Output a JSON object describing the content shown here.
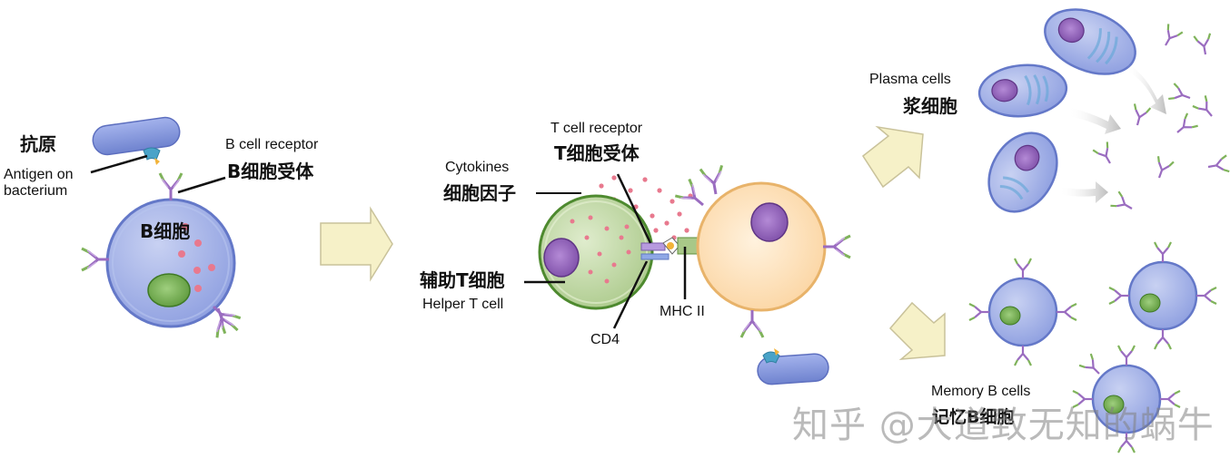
{
  "labels": {
    "antigen_zh": "抗原",
    "antigen_en": "Antigen on\nbacterium",
    "bcr_en": "B cell receptor",
    "bcr_zh": "B细胞受体",
    "bcell_zh": "B细胞",
    "tcr_en": "T cell receptor",
    "tcr_zh": "T细胞受体",
    "cytokines_en": "Cytokines",
    "cytokines_zh": "细胞因子",
    "helper_zh": "辅助T细胞",
    "helper_en": "Helper T cell",
    "cd4": "CD4",
    "mhc": "MHC II",
    "plasma_en": "Plasma cells",
    "plasma_zh": "浆细胞",
    "memory_en": "Memory B cells",
    "memory_zh": "记忆B细胞"
  },
  "watermark": "知乎 @大道致无知的蜗牛",
  "colors": {
    "b_cell": "#a9b6e8",
    "helper_t": "#c9dda9",
    "right_cell": "#fde0b8",
    "nucleus": "#9b6dc0",
    "arrow": "#f6f1c8",
    "antibody_purple": "#9a6cc0",
    "antibody_green": "#7fb35a",
    "cytokine_dots": "#e8798e"
  }
}
